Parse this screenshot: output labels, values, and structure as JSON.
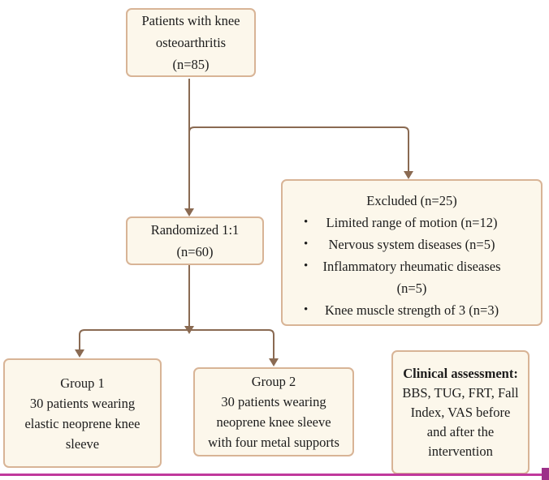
{
  "flowchart": {
    "patients_box": {
      "lines": [
        "Patients with knee",
        "osteoarthritis",
        "(n=85)"
      ]
    },
    "randomized_box": {
      "lines": [
        "Randomized 1:1",
        "(n=60)"
      ]
    },
    "excluded_box": {
      "title": "Excluded (n=25)",
      "bullet": "•",
      "items": [
        {
          "lines": [
            "Limited range of motion (n=12)"
          ]
        },
        {
          "lines": [
            "Nervous system diseases (n=5)"
          ]
        },
        {
          "lines": [
            "Inflammatory rheumatic diseases",
            "(n=5)"
          ]
        },
        {
          "lines": [
            "Knee muscle strength of 3 (n=3)"
          ]
        }
      ]
    },
    "group1_box": {
      "lines": [
        "Group 1",
        "30 patients wearing",
        "elastic neoprene knee",
        "sleeve"
      ]
    },
    "group2_box": {
      "lines": [
        "Group 2",
        "30 patients wearing",
        "neoprene knee sleeve",
        "with four metal supports"
      ]
    },
    "clinical_box": {
      "title": "Clinical assessment:",
      "lines": [
        "BBS, TUG, FRT, Fall",
        "Index, VAS before",
        "and after the",
        "intervention"
      ]
    }
  },
  "colors": {
    "box_background": "#fcf7eb",
    "box_border": "#d8b496",
    "connector": "#8a6a52",
    "text": "#1c1c1c",
    "bottom_line": "#c0399c",
    "bottom_corner": "#9c3089"
  }
}
